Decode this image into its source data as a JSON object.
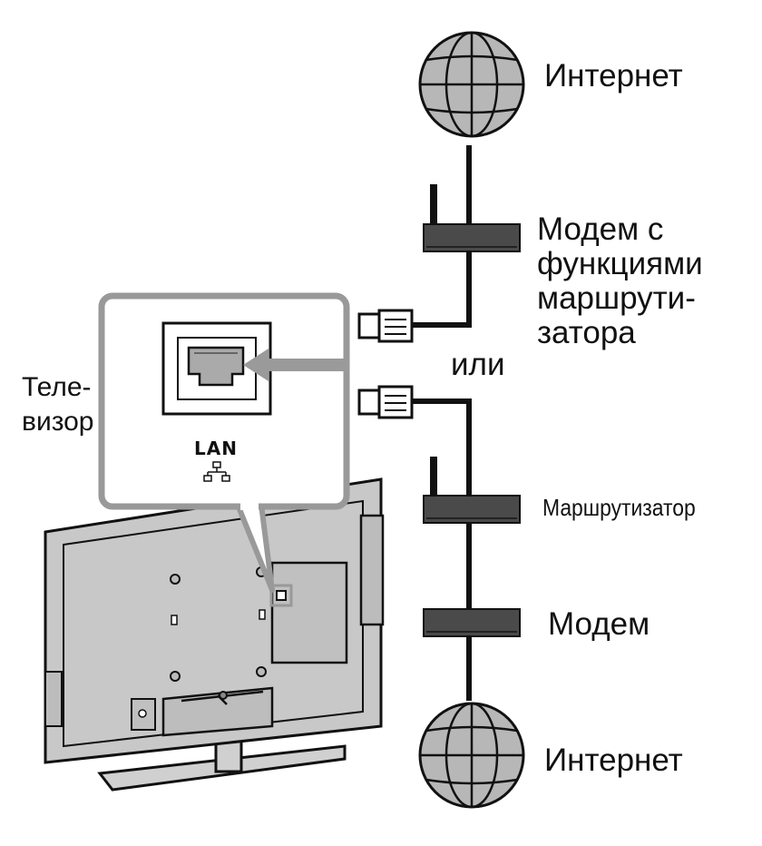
{
  "labels": {
    "internet_top": "Интернет",
    "modem_router": [
      "Модем с",
      "функциями",
      "маршрути-",
      "затора"
    ],
    "or": "или",
    "tv": [
      "Теле-",
      "визор"
    ],
    "lan_port": "LAN",
    "router": "Маршрутизатор",
    "modem": "Модем",
    "internet_bottom": "Интернет"
  },
  "colors": {
    "line": "#111111",
    "device_fill": "#4a4a4a",
    "globe_fill": "#b7b7b7",
    "tv_fill": "#c8c8c8",
    "callout_border": "#999999",
    "arrow": "#9a9a9a"
  },
  "icons": [
    "globe-icon",
    "lan-network-icon",
    "ethernet-plug-icon",
    "ethernet-port-icon"
  ]
}
